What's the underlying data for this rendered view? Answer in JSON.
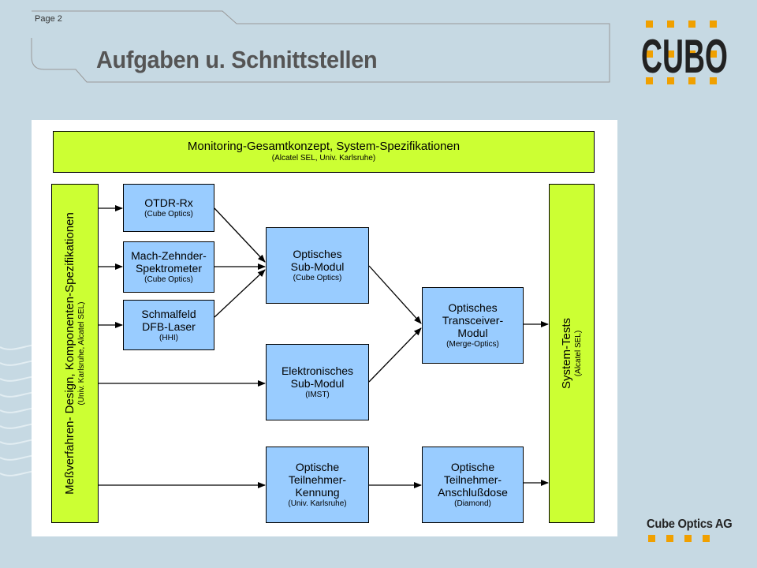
{
  "header": {
    "page_label": "Page 2",
    "title": "Aufgaben u. Schnittstellen"
  },
  "logo": {
    "text": "CUBO"
  },
  "footer": {
    "company": "Cube Optics AG"
  },
  "colors": {
    "green": "#ccff33",
    "blue": "#99ccff",
    "accent": "#f0a000",
    "background": "#c6d9e3"
  },
  "diagram": {
    "top_box": {
      "title": "Monitoring-Gesamtkonzept, System-Spezifikationen",
      "sub": "(Alcatel SEL, Univ. Karlsruhe)"
    },
    "left_box": {
      "title": "Meßverfahren- Design, Komponenten-Spezifikationen",
      "sub": "(Univ. Karlsruhe, Alcatel SEL)"
    },
    "right_box": {
      "title": "System-Tests",
      "sub": "(Alcatel SEL)"
    },
    "otdr": {
      "line1": "OTDR-Rx",
      "sub": "(Cube Optics)"
    },
    "mz": {
      "line1": "Mach-Zehnder-",
      "line2": "Spektrometer",
      "sub": "(Cube Optics)"
    },
    "dfb": {
      "line1": "Schmalfeld",
      "line2": "DFB-Laser",
      "sub": "(HHI)"
    },
    "opt_sub": {
      "line1": "Optisches",
      "line2": "Sub-Modul",
      "sub": "(Cube Optics)"
    },
    "elek_sub": {
      "line1": "Elektronisches",
      "line2": "Sub-Modul",
      "sub": "(IMST)"
    },
    "transceiver": {
      "line1": "Optisches",
      "line2": "Transceiver-",
      "line3": "Modul",
      "sub": "(Merge-Optics)"
    },
    "kennung": {
      "line1": "Optische",
      "line2": "Teilnehmer-",
      "line3": "Kennung",
      "sub": "(Univ. Karlsruhe)"
    },
    "anschluss": {
      "line1": "Optische",
      "line2": "Teilnehmer-",
      "line3": "Anschlußdose",
      "sub": "(Diamond)"
    }
  }
}
